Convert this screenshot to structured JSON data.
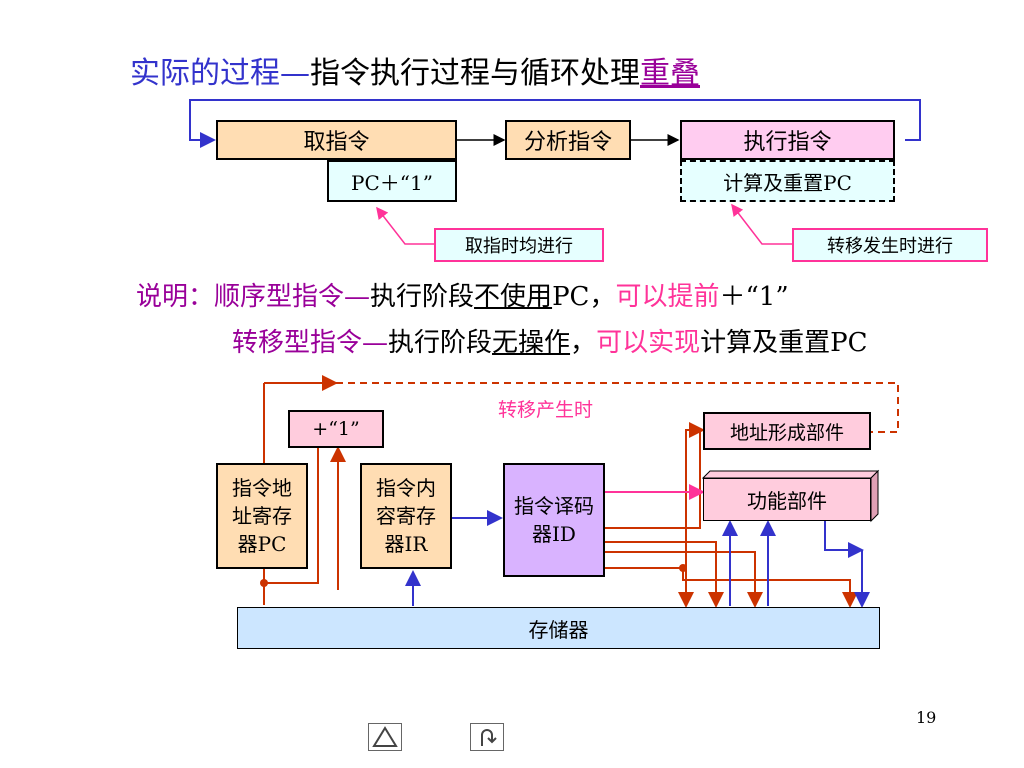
{
  "title": {
    "prefix": "实际的过程",
    "dash": "—",
    "main": "指令执行过程与循环处理",
    "emph": "重叠"
  },
  "top_flow": {
    "fetch": "取指令",
    "analyze": "分析指令",
    "execute": "执行指令",
    "pc_plus": "PC＋“1”",
    "calc_reset": "计算及重置PC",
    "note_fetch": "取指时均进行",
    "note_branch": "转移发生时进行"
  },
  "explain": {
    "label": "说明：",
    "seq_type": "顺序型指令",
    "dash": "—",
    "exec_stage": "执行阶段",
    "not_use": "不使用",
    "pc": "PC",
    "comma": "，",
    "can_advance": "可以提前",
    "plus_one": "＋“1”",
    "branch_type": "转移型指令",
    "no_op": "无操作",
    "can_do": "可以实现",
    "calc_reset": "计算及重置PC"
  },
  "diagram": {
    "plus_one": "+“1”",
    "branch_happens": "转移产生时",
    "addr_unit": "地址形成部件",
    "pc_reg_lines": [
      "指令地",
      "址寄存",
      "器PC"
    ],
    "ir_reg_lines": [
      "指令内",
      "容寄存",
      "器IR"
    ],
    "decoder_lines": [
      "指令译码",
      "器ID"
    ],
    "func_unit": "功能部件",
    "memory": "存储器"
  },
  "page_number": "19",
  "nav": {
    "back_icon": "triangle-icon",
    "return_icon": "return-icon"
  },
  "colors": {
    "title_blue": "#3333cc",
    "accent_pink": "#ff3399",
    "purple": "#990099",
    "flow_blue": "#3333cc",
    "flow_red": "#cc3300",
    "mem_fill": "#cce6ff",
    "orange_fill": "#ffddb3",
    "pink_fill": "#ffccdd",
    "purple_fill": "#d9b3ff",
    "note_fill": "#e6ffff"
  }
}
